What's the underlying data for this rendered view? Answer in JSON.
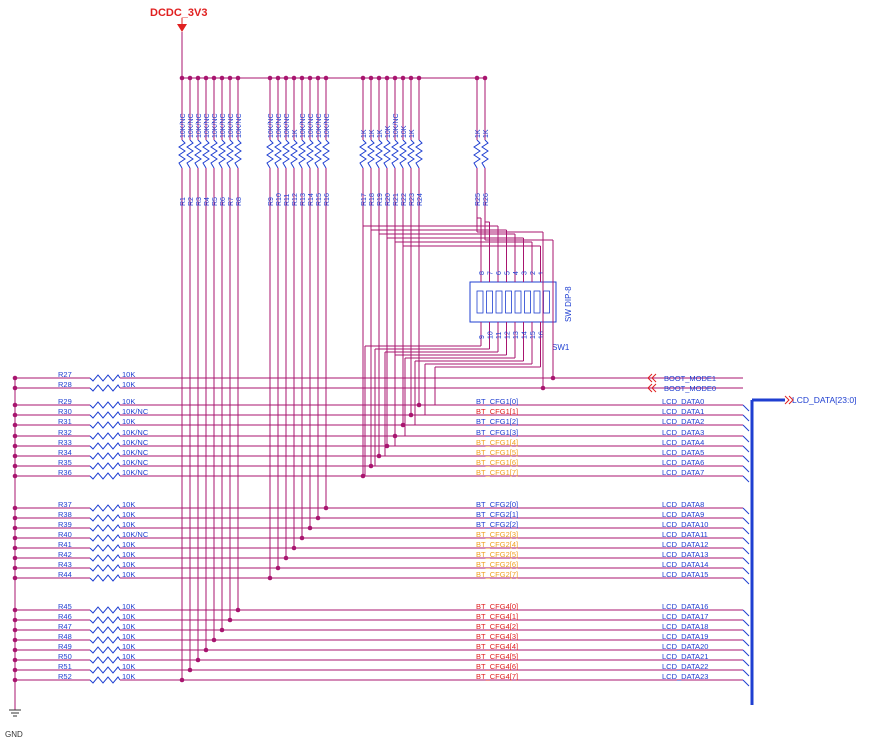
{
  "power_net": "DCDC_3V3",
  "ground_label": "GND",
  "bus_label": "LCD_DATA[23:0]",
  "switch": {
    "ref": "SW1",
    "type": "SW DIP-8",
    "top_pins": [
      "8",
      "7",
      "6",
      "5",
      "4",
      "3",
      "2",
      "1"
    ],
    "bottom_pins": [
      "9",
      "10",
      "11",
      "12",
      "13",
      "14",
      "15",
      "16"
    ]
  },
  "pullups": [
    {
      "ref": "R1",
      "value": "10K/NC"
    },
    {
      "ref": "R2",
      "value": "10K/NC"
    },
    {
      "ref": "R3",
      "value": "10K/NC"
    },
    {
      "ref": "R4",
      "value": "10K/NC"
    },
    {
      "ref": "R5",
      "value": "10K/NC"
    },
    {
      "ref": "R6",
      "value": "10K/NC"
    },
    {
      "ref": "R7",
      "value": "10K/NC"
    },
    {
      "ref": "R8",
      "value": "10K/NC"
    },
    {
      "ref": "R9",
      "value": "10K/NC"
    },
    {
      "ref": "R10",
      "value": "10K/NC"
    },
    {
      "ref": "R11",
      "value": "10K/NC"
    },
    {
      "ref": "R12",
      "value": "1K"
    },
    {
      "ref": "R13",
      "value": "10K/NC"
    },
    {
      "ref": "R14",
      "value": "10K/NC"
    },
    {
      "ref": "R15",
      "value": "10K/NC"
    },
    {
      "ref": "R16",
      "value": "10K/NC"
    },
    {
      "ref": "R17",
      "value": "1K"
    },
    {
      "ref": "R18",
      "value": "1K"
    },
    {
      "ref": "R19",
      "value": "1K"
    },
    {
      "ref": "R20",
      "value": "10K"
    },
    {
      "ref": "R21",
      "value": "10K/NC"
    },
    {
      "ref": "R22",
      "value": "10K"
    },
    {
      "ref": "R23",
      "value": "1K"
    },
    {
      "ref": "R24",
      "value": ""
    },
    {
      "ref": "R25",
      "value": "1K"
    },
    {
      "ref": "R26",
      "value": "1K"
    }
  ],
  "pulldowns": [
    {
      "ref": "R27",
      "value": "10K",
      "cfg": "",
      "cfg_color": "",
      "net": "BOOT_MODE1"
    },
    {
      "ref": "R28",
      "value": "10K",
      "cfg": "",
      "cfg_color": "",
      "net": "BOOT_MODE0"
    },
    {
      "ref": "R29",
      "value": "10K",
      "cfg": "BT_CFG1[0]",
      "cfg_color": "#1f3fd1",
      "net": "LCD_DATA0"
    },
    {
      "ref": "R30",
      "value": "10K/NC",
      "cfg": "BT_CFG1[1]",
      "cfg_color": "#e02020",
      "net": "LCD_DATA1"
    },
    {
      "ref": "R31",
      "value": "10K",
      "cfg": "BT_CFG1[2]",
      "cfg_color": "#1f3fd1",
      "net": "LCD_DATA2"
    },
    {
      "ref": "R32",
      "value": "10K/NC",
      "cfg": "BT_CFG1[3]",
      "cfg_color": "#1f3fd1",
      "net": "LCD_DATA3"
    },
    {
      "ref": "R33",
      "value": "10K/NC",
      "cfg": "BT_CFG1[4]",
      "cfg_color": "#f0a020",
      "net": "LCD_DATA4"
    },
    {
      "ref": "R34",
      "value": "10K/NC",
      "cfg": "BT_CFG1[5]",
      "cfg_color": "#f0a020",
      "net": "LCD_DATA5"
    },
    {
      "ref": "R35",
      "value": "10K/NC",
      "cfg": "BT_CFG1[6]",
      "cfg_color": "#f0a020",
      "net": "LCD_DATA6"
    },
    {
      "ref": "R36",
      "value": "10K/NC",
      "cfg": "BT_CFG1[7]",
      "cfg_color": "#f0a020",
      "net": "LCD_DATA7"
    },
    {
      "ref": "R37",
      "value": "10K",
      "cfg": "BT_CFG2[0]",
      "cfg_color": "#1f3fd1",
      "net": "LCD_DATA8"
    },
    {
      "ref": "R38",
      "value": "10K",
      "cfg": "BT_CFG2[1]",
      "cfg_color": "#1f3fd1",
      "net": "LCD_DATA9"
    },
    {
      "ref": "R39",
      "value": "10K",
      "cfg": "BT_CFG2[2]",
      "cfg_color": "#1f3fd1",
      "net": "LCD_DATA10"
    },
    {
      "ref": "R40",
      "value": "10K/NC",
      "cfg": "BT_CFG2[3]",
      "cfg_color": "#f0a020",
      "net": "LCD_DATA11"
    },
    {
      "ref": "R41",
      "value": "10K",
      "cfg": "BT_CFG2[4]",
      "cfg_color": "#f0a020",
      "net": "LCD_DATA12"
    },
    {
      "ref": "R42",
      "value": "10K",
      "cfg": "BT_CFG2[5]",
      "cfg_color": "#f0a020",
      "net": "LCD_DATA13"
    },
    {
      "ref": "R43",
      "value": "10K",
      "cfg": "BT_CFG2[6]",
      "cfg_color": "#f0a020",
      "net": "LCD_DATA14"
    },
    {
      "ref": "R44",
      "value": "10K",
      "cfg": "BT_CFG2[7]",
      "cfg_color": "#f0a020",
      "net": "LCD_DATA15"
    },
    {
      "ref": "R45",
      "value": "10K",
      "cfg": "BT_CFG4[0]",
      "cfg_color": "#e02020",
      "net": "LCD_DATA16"
    },
    {
      "ref": "R46",
      "value": "10K",
      "cfg": "BT_CFG4[1]",
      "cfg_color": "#e02020",
      "net": "LCD_DATA17"
    },
    {
      "ref": "R47",
      "value": "10K",
      "cfg": "BT_CFG4[2]",
      "cfg_color": "#e02020",
      "net": "LCD_DATA18"
    },
    {
      "ref": "R48",
      "value": "10K",
      "cfg": "BT_CFG4[3]",
      "cfg_color": "#e02020",
      "net": "LCD_DATA19"
    },
    {
      "ref": "R49",
      "value": "10K",
      "cfg": "BT_CFG4[4]",
      "cfg_color": "#e02020",
      "net": "LCD_DATA20"
    },
    {
      "ref": "R50",
      "value": "10K",
      "cfg": "BT_CFG4[5]",
      "cfg_color": "#e02020",
      "net": "LCD_DATA21"
    },
    {
      "ref": "R51",
      "value": "10K",
      "cfg": "BT_CFG4[6]",
      "cfg_color": "#e02020",
      "net": "LCD_DATA22"
    },
    {
      "ref": "R52",
      "value": "10K",
      "cfg": "BT_CFG4[7]",
      "cfg_color": "#e02020",
      "net": "LCD_DATA23"
    }
  ],
  "colors": {
    "wire": "#a8156f",
    "text": "#1f3fd1",
    "power": "#e02020",
    "bus": "#1f3fd1"
  }
}
